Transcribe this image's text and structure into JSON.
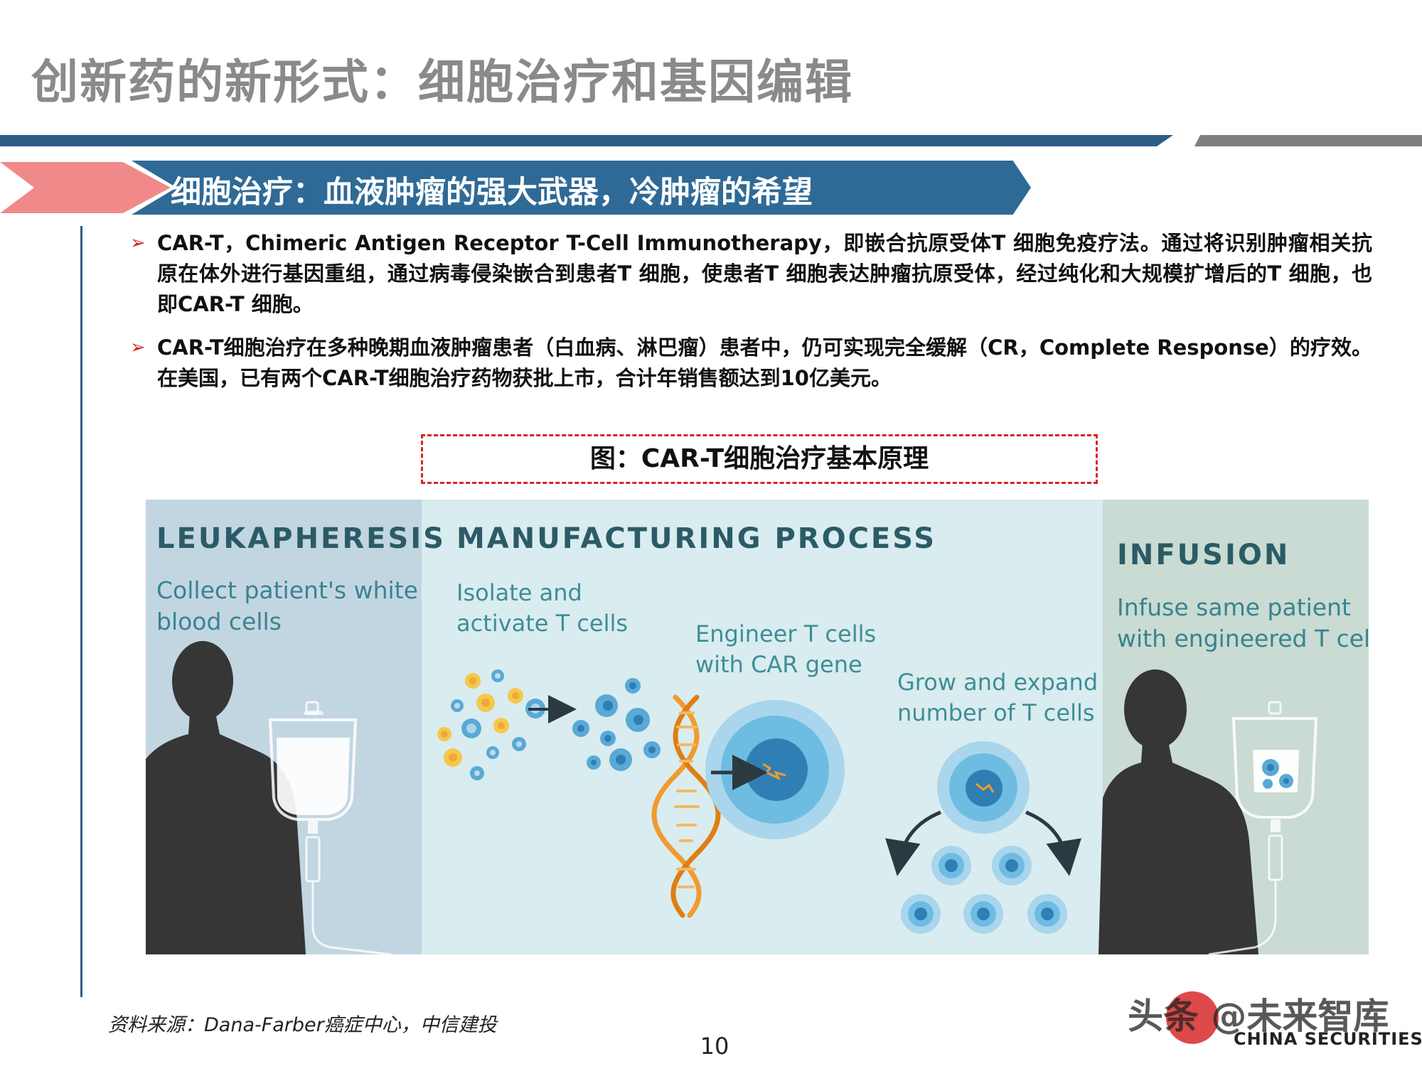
{
  "header": {
    "title": "创新药的新形式：细胞治疗和基因编辑",
    "colors": {
      "title": "#8a8a8a",
      "rule_blue": "#2f5d86",
      "rule_gray": "#7f7f7f"
    }
  },
  "section": {
    "banner": "细胞治疗：血液肿瘤的强大武器，冷肿瘤的希望",
    "colors": {
      "banner_blue": "#2f6a96",
      "banner_pink": "#f08a8a"
    }
  },
  "bullets": [
    {
      "marker": "➢",
      "text": "CAR-T，Chimeric Antigen Receptor T-Cell Immunotherapy，即嵌合抗原受体T 细胞免疫疗法。通过将识别肿瘤相关抗原在体外进行基因重组，通过病毒侵染嵌合到患者T 细胞，使患者T 细胞表达肿瘤抗原受体，经过纯化和大规模扩增后的T 细胞，也即CAR-T 细胞。"
    },
    {
      "marker": "➢",
      "text": "CAR-T细胞治疗在多种晚期血液肿瘤患者（白血病、淋巴瘤）患者中，仍可实现完全缓解（CR，Complete Response）的疗效。在美国，已有两个CAR-T细胞治疗药物获批上市，合计年销售额达到10亿美元。"
    }
  ],
  "figure": {
    "caption": "图：CAR-T细胞治疗基本原理",
    "panels": {
      "leukapheresis": {
        "heading": "LEUKAPHERESIS",
        "sub_line1": "Collect patient's white",
        "sub_line2": "blood cells"
      },
      "manufacturing": {
        "heading": "MANUFACTURING PROCESS",
        "step1_line1": "Isolate and",
        "step1_line2": "activate T cells",
        "step2_line1": "Engineer T cells",
        "step2_line2": "with CAR gene",
        "step3_line1": "Grow and expand",
        "step3_line2": "number of T cells"
      },
      "infusion": {
        "heading": "INFUSION",
        "sub_line1": "Infuse same patient",
        "sub_line2": "with engineered T cells"
      }
    },
    "icons": [
      "person-silhouette-icon",
      "iv-bag-icon",
      "t-cell-icon",
      "arrow-right-icon",
      "dna-helix-icon",
      "engineered-cell-icon",
      "curved-arrow-icon"
    ],
    "colors": {
      "leuk_bg": "#c2d6e2",
      "mfg_bg": "#d9ecef",
      "inf_bg": "#c9dbd2",
      "heading": "#2b5b66",
      "sub": "#39838f",
      "dna": "#f29a2e",
      "cell": "#5aa9d6"
    }
  },
  "footer": {
    "source": "资料来源：Dana-Farber癌症中心，中信建投",
    "page_number": "10",
    "watermark": "头条 @未来智库",
    "watermark_sub": "CHINA SECURITIES"
  }
}
